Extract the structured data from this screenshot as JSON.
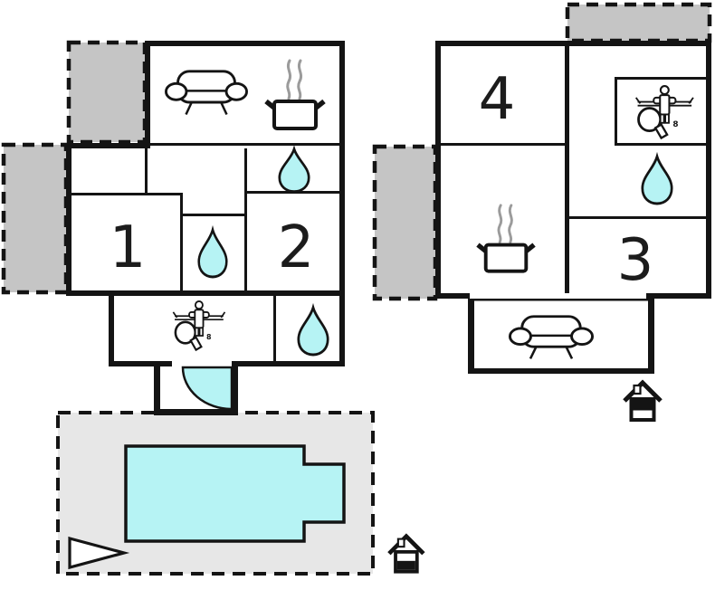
{
  "colors": {
    "wall": "#141414",
    "water": "#b6f3f4",
    "terrace": "#c5c5c5",
    "pool_area": "#e7e7e7",
    "steam": "#9b9b9b",
    "label": "#1c1c1c"
  },
  "left_building": {
    "rooms": [
      {
        "label": "1"
      },
      {
        "label": "2"
      }
    ],
    "features": [
      "sofa",
      "cooking-pot",
      "shower-top-right",
      "shower-middle",
      "shower-bottom-right",
      "table-games-corner",
      "entrance-door"
    ],
    "terraces": [
      "top-left",
      "left"
    ]
  },
  "right_building": {
    "rooms": [
      {
        "label": "4"
      },
      {
        "label": "3"
      }
    ],
    "features": [
      "table-games-corner",
      "shower",
      "cooking-pot",
      "sofa",
      "floor-marker-house"
    ],
    "terraces": [
      "top-right",
      "left"
    ]
  },
  "outdoor": {
    "pool_area": {
      "pool": "swimming-pool",
      "slide_marker": "triangle",
      "floor_marker": "house-ground-floor"
    }
  },
  "markers": {
    "eight_ball": "8"
  }
}
